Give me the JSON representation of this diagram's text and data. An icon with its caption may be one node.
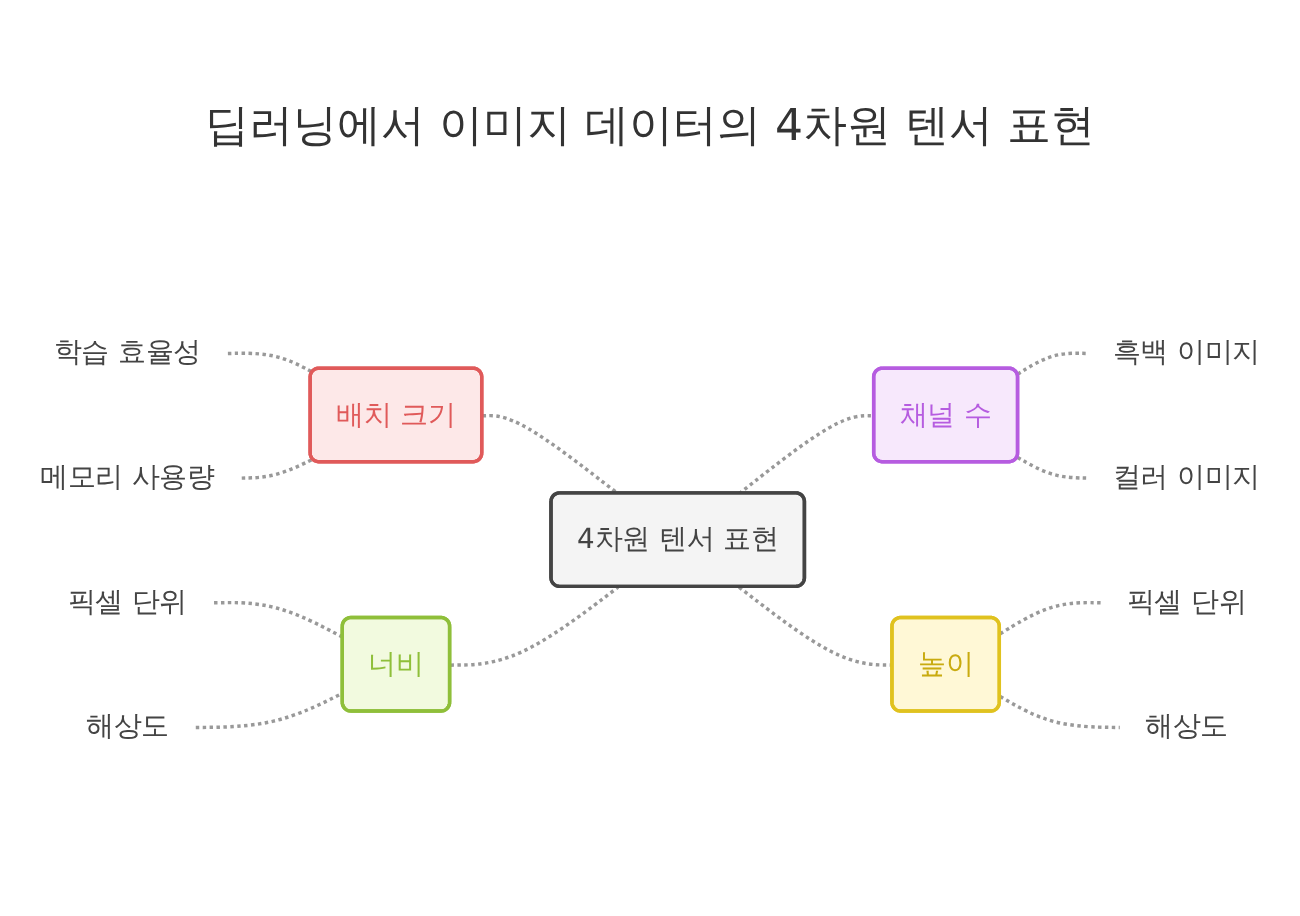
{
  "diagram": {
    "title": "딥러닝에서 이미지 데이터의 4차원 텐서 표현",
    "nodes": [
      {
        "text": [
          "배치 크기"
        ]
      },
      {
        "text": [
          "학습 효율성"
        ]
      },
      {
        "text": [
          "메모리 사용량"
        ]
      },
      {
        "text": [
          "채널 수"
        ]
      },
      {
        "text": [
          "흑백 이미지"
        ]
      },
      {
        "text": [
          "컬러 이미지"
        ]
      },
      {
        "text": [
          "4차원 텐서 표현"
        ]
      },
      {
        "text": [
          "너비"
        ]
      },
      {
        "text": [
          "픽셀 단위"
        ]
      },
      {
        "text": [
          "해상도"
        ]
      },
      {
        "text": [
          "높이"
        ]
      },
      {
        "text": [
          "픽셀 단위"
        ]
      },
      {
        "text": [
          "해상도"
        ]
      }
    ],
    "edges": [
      {
        "from": 1,
        "to": 0,
        "arrow": "none",
        "style": "dashed"
      },
      {
        "from": 2,
        "to": 0,
        "arrow": "none",
        "style": "dashed"
      },
      {
        "from": 0,
        "to": 6,
        "arrow": "none",
        "style": "dashed"
      },
      {
        "from": 8,
        "to": 7,
        "arrow": "none",
        "style": "dashed"
      },
      {
        "from": 9,
        "to": 7,
        "arrow": "none",
        "style": "dashed"
      },
      {
        "from": 7,
        "to": 6,
        "arrow": "none",
        "style": "dashed"
      },
      {
        "from": 6,
        "to": 3,
        "arrow": "none",
        "style": "dashed"
      },
      {
        "from": 3,
        "to": 4,
        "arrow": "none",
        "style": "dashed"
      },
      {
        "from": 3,
        "to": 5,
        "arrow": "none",
        "style": "dashed"
      },
      {
        "from": 6,
        "to": 10,
        "arrow": "none",
        "style": "dashed"
      },
      {
        "from": 10,
        "to": 11,
        "arrow": "none",
        "style": "dashed"
      },
      {
        "from": 10,
        "to": 12,
        "arrow": "none",
        "style": "dashed"
      }
    ]
  }
}
